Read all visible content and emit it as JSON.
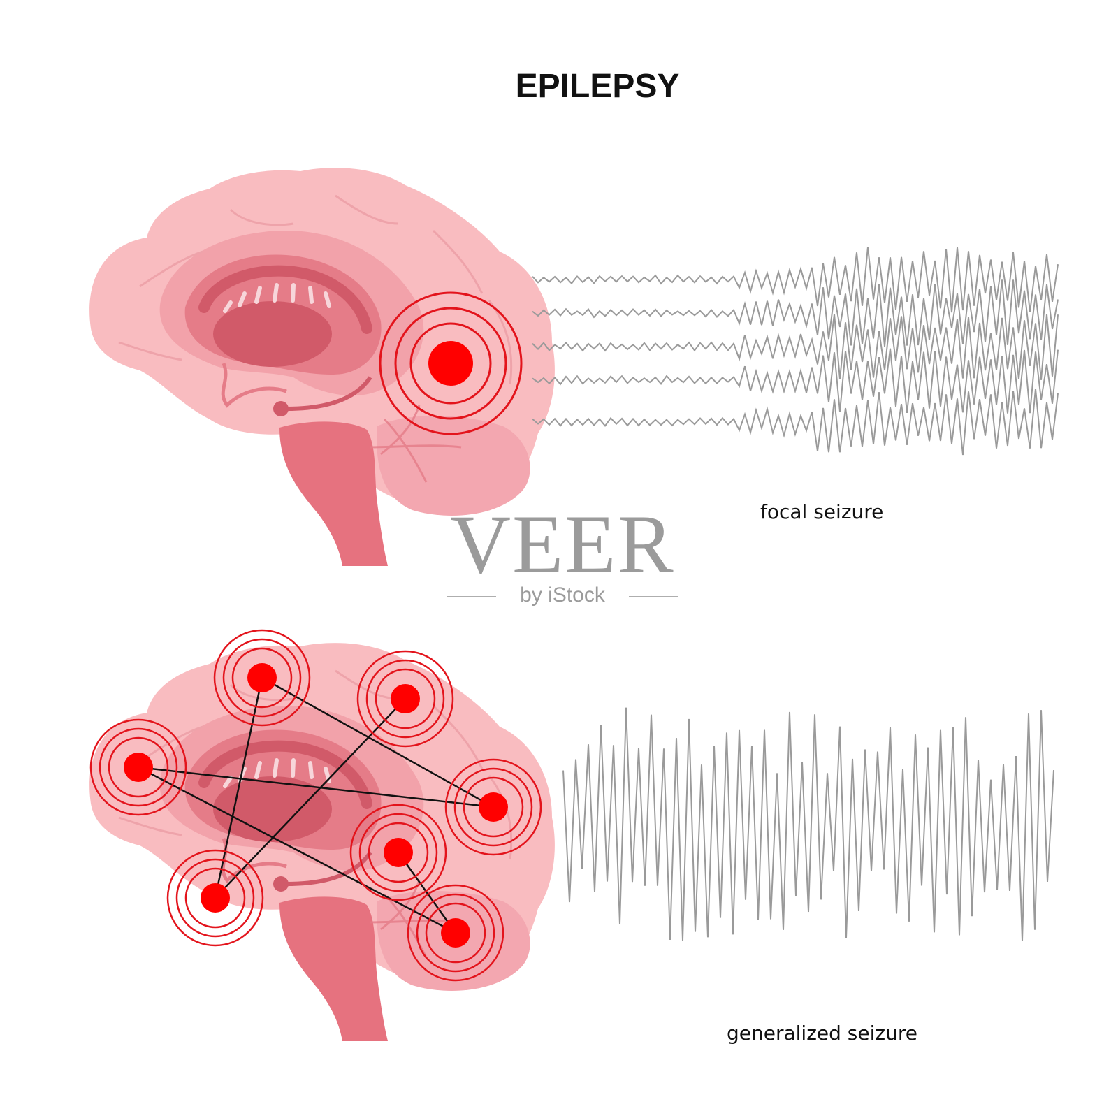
{
  "title": "EPILEPSY",
  "panels": {
    "focal": {
      "caption": "focal seizure",
      "focus_count": 1,
      "eeg_trace_count": 5
    },
    "generalized": {
      "caption": "generalized seizure",
      "focus_count": 7,
      "eeg_trace_count": 1
    }
  },
  "watermark": {
    "brand": "VEER",
    "byline": "by iStock"
  },
  "colors": {
    "brain_outer": "#f9bcc0",
    "brain_mid": "#f2a2aa",
    "brain_inner": "#e57c88",
    "brain_core": "#d15a69",
    "brainstem": "#e6727f",
    "focus_red": "#ff0000",
    "ring_red": "#e3141c",
    "connection": "#111111",
    "eeg_gray": "#9a9a9a"
  },
  "icons": [
    "brain-illustration",
    "seizure-focus-icon",
    "eeg-wave-icon"
  ]
}
